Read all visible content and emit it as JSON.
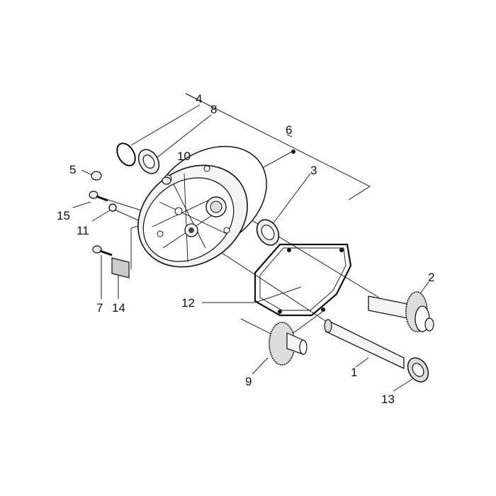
{
  "labels": {
    "p1": "1",
    "p2": "2",
    "p3": "3",
    "p4": "4",
    "p5": "5",
    "p6": "6",
    "p7": "7",
    "p8": "8",
    "p9": "9",
    "p10": "10",
    "p11": "11",
    "p12": "12",
    "p13": "13",
    "p14": "14",
    "p15": "15"
  }
}
